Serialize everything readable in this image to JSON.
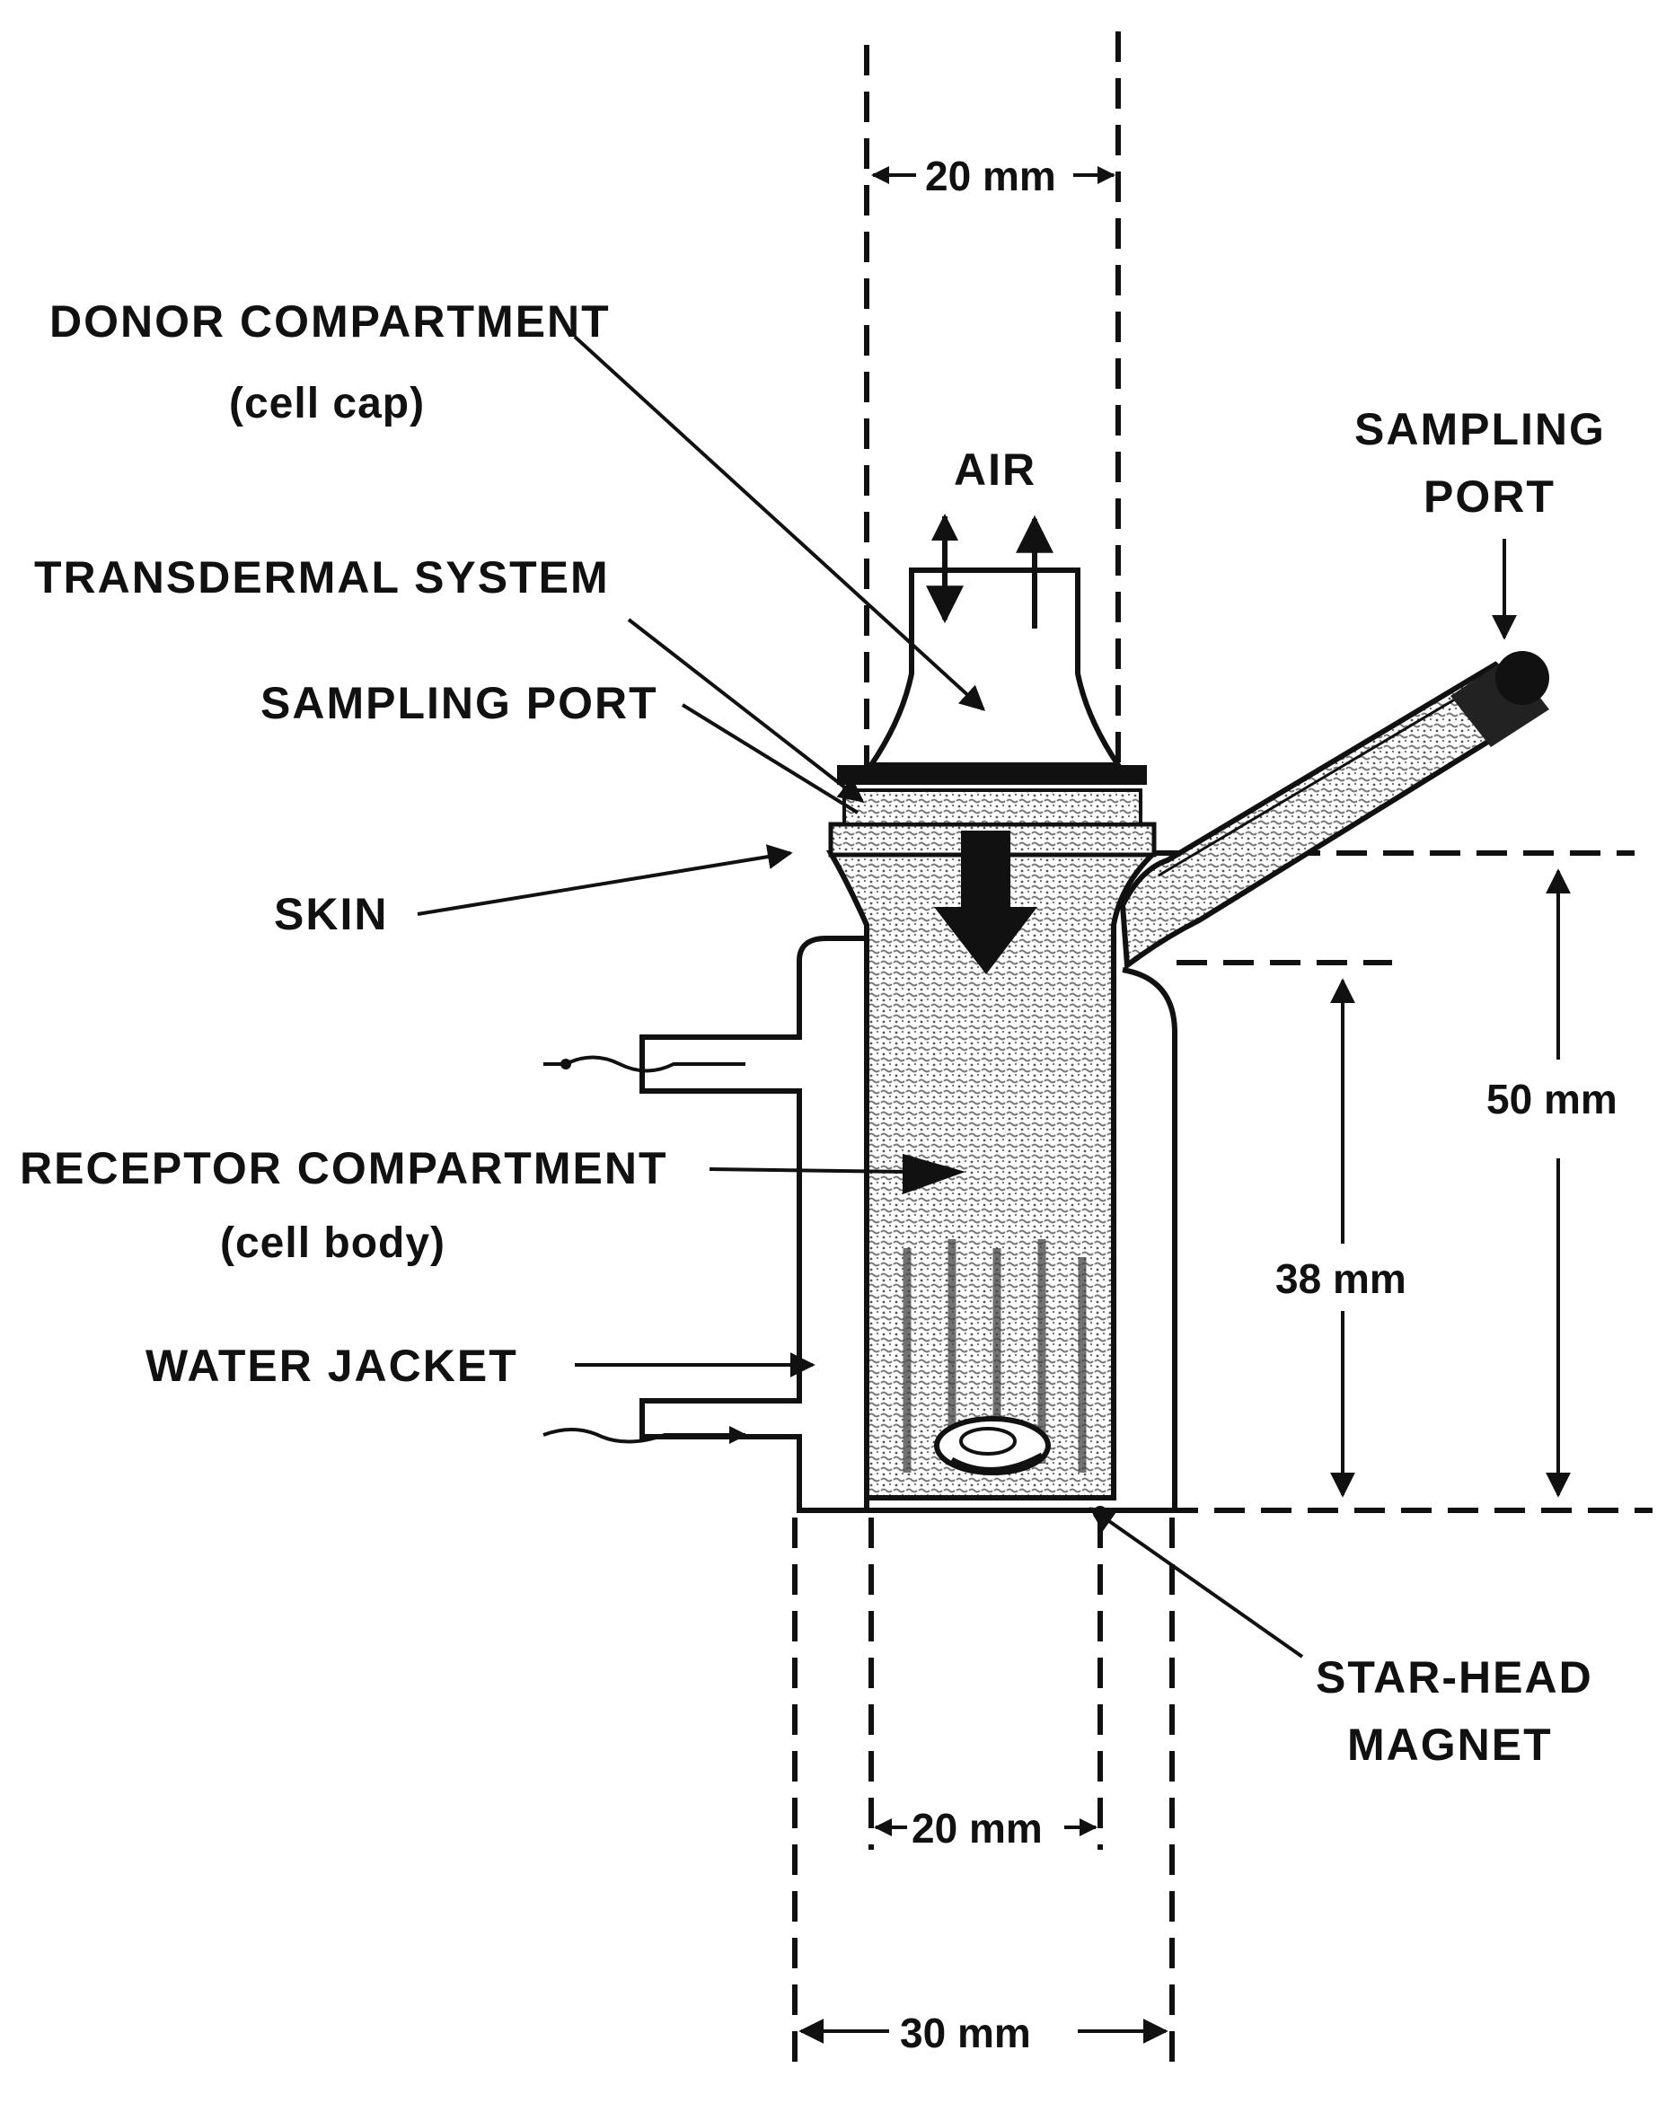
{
  "labels": {
    "donor_compartment": "DONOR COMPARTMENT",
    "donor_sub": "(cell cap)",
    "air": "AIR",
    "transdermal_system": "TRANSDERMAL SYSTEM",
    "sampling_port_left": "SAMPLING PORT",
    "sampling_port_right_1": "SAMPLING",
    "sampling_port_right_2": "PORT",
    "skin": "SKIN",
    "receptor_compartment": "RECEPTOR COMPARTMENT",
    "receptor_sub": "(cell body)",
    "water_jacket": "WATER JACKET",
    "star_head_1": "STAR-HEAD",
    "star_head_2": "MAGNET"
  },
  "dimensions": {
    "top_width": "20 mm",
    "height_outer": "50 mm",
    "height_inner": "38 mm",
    "bottom_inner_width": "20 mm",
    "bottom_outer_width": "30 mm"
  },
  "colors": {
    "ink": "#111111",
    "stipple": "#8a8a8a",
    "paper": "#ffffff"
  }
}
